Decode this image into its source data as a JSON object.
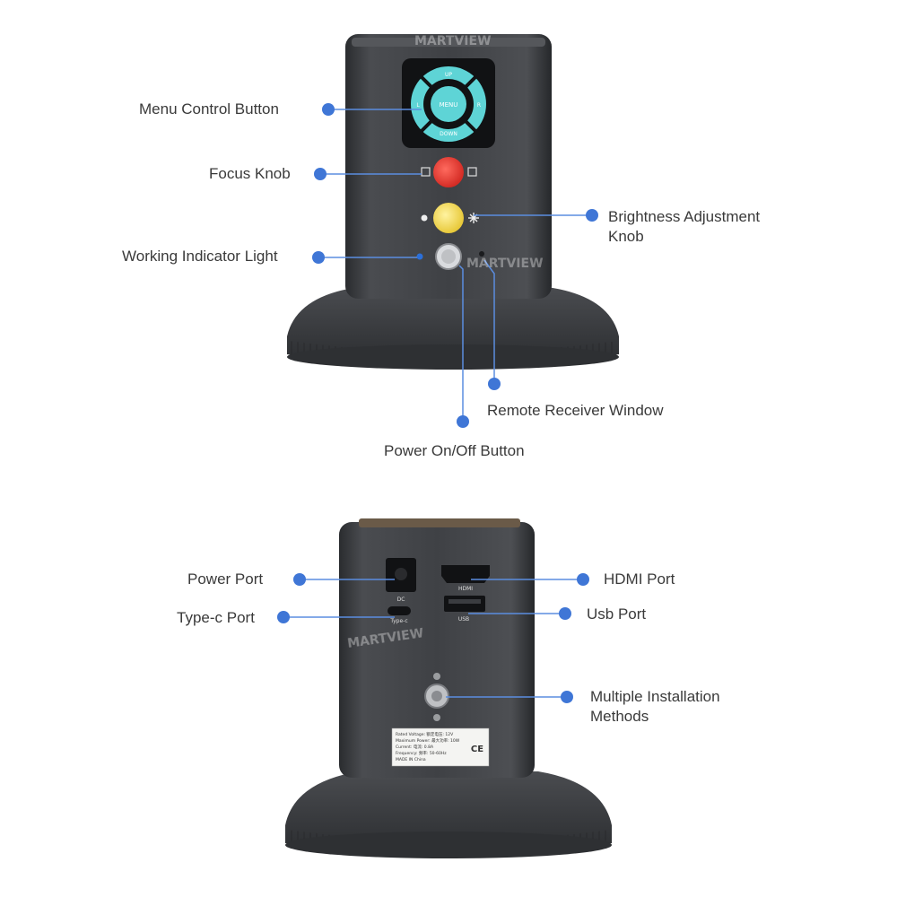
{
  "brand": {
    "watermark": "MARTVIEW"
  },
  "front_view": {
    "callouts": [
      {
        "id": "menu",
        "label": "Menu Control Button"
      },
      {
        "id": "focus",
        "label": "Focus Knob"
      },
      {
        "id": "brightness",
        "label": "Brightness Adjustment Knob"
      },
      {
        "id": "indicator",
        "label": "Working Indicator Light"
      },
      {
        "id": "remote",
        "label": "Remote Receiver Window"
      },
      {
        "id": "power",
        "label": "Power On/Off Button"
      }
    ],
    "panel_buttons": {
      "up": "UP",
      "menu": "MENU",
      "down": "DOWN",
      "left": "L",
      "right": "R"
    }
  },
  "back_view": {
    "callouts": [
      {
        "id": "power_port",
        "label": "Power Port"
      },
      {
        "id": "typec",
        "label": "Type-c Port"
      },
      {
        "id": "hdmi",
        "label": "HDMI Port"
      },
      {
        "id": "usb",
        "label": "Usb Port"
      },
      {
        "id": "install",
        "label": "Multiple Installation Methods"
      }
    ],
    "port_labels": {
      "dc": "DC",
      "typec": "Type-c",
      "hdmi": "HDMI",
      "usb": "USB"
    },
    "spec_label": [
      "Rated Voltage: 额定电压: 12V",
      "Maximum Power: 最大功率: 10W",
      "Current: 电流: 0.8A",
      "Frequency: 频率: 50-60Hz",
      "MADE IN China"
    ],
    "ce_mark": "CE"
  },
  "colors": {
    "callout_dot": "#3f76d6",
    "callout_line": "#5b8de0",
    "body": "#3c3e42",
    "teal": "#5ed4d6",
    "red": "#e63a33",
    "yellow": "#f2d74a"
  }
}
